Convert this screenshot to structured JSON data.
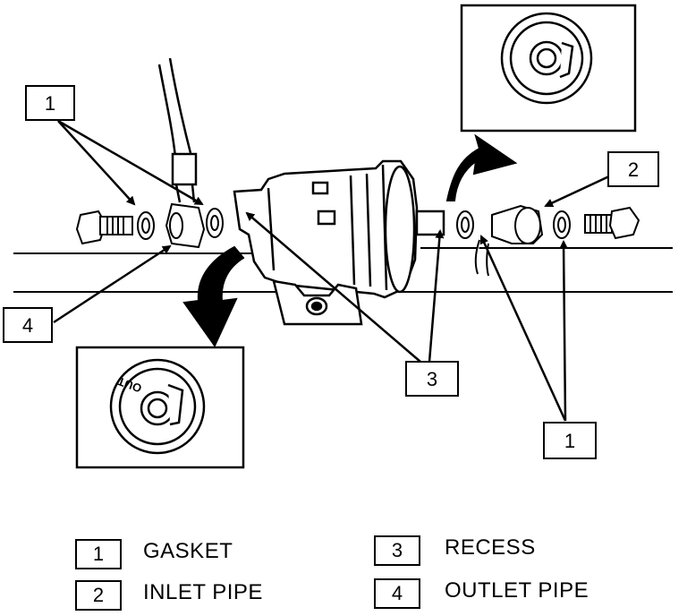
{
  "callouts": {
    "c1_top": "1",
    "c2": "2",
    "c4": "4",
    "c3": "3",
    "c1_bottom": "1"
  },
  "detail_label": "OUT",
  "legend": [
    {
      "num": "1",
      "text": "GASKET"
    },
    {
      "num": "2",
      "text": "INLET PIPE"
    },
    {
      "num": "3",
      "text": "RECESS"
    },
    {
      "num": "4",
      "text": "OUTLET PIPE"
    }
  ]
}
